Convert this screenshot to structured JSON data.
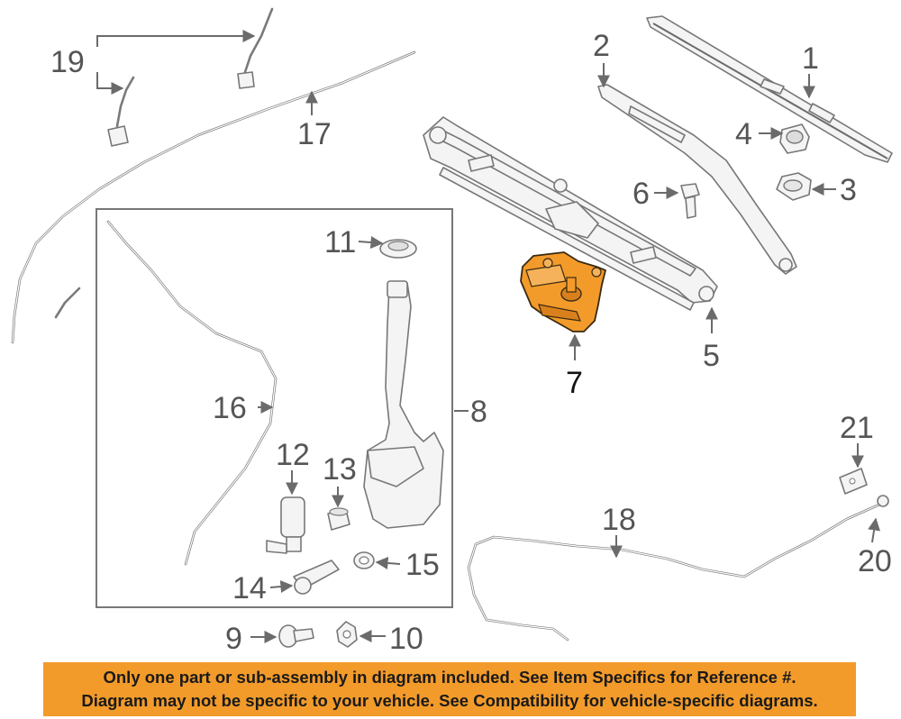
{
  "callouts": {
    "n1": "1",
    "n2": "2",
    "n3": "3",
    "n4": "4",
    "n5": "5",
    "n6": "6",
    "n7": "7",
    "n8": "8",
    "n9": "9",
    "n10": "10",
    "n11": "11",
    "n12": "12",
    "n13": "13",
    "n14": "14",
    "n15": "15",
    "n16": "16",
    "n17": "17",
    "n18": "18",
    "n19": "19",
    "n20": "20",
    "n21": "21"
  },
  "highlight_color": "#f39b2a",
  "banner": {
    "line1": "Only one part or sub-assembly in diagram included. See Item Specifics for Reference #.",
    "line2": "Diagram may not be specific to your vehicle. See Compatibility for vehicle-specific diagrams."
  }
}
